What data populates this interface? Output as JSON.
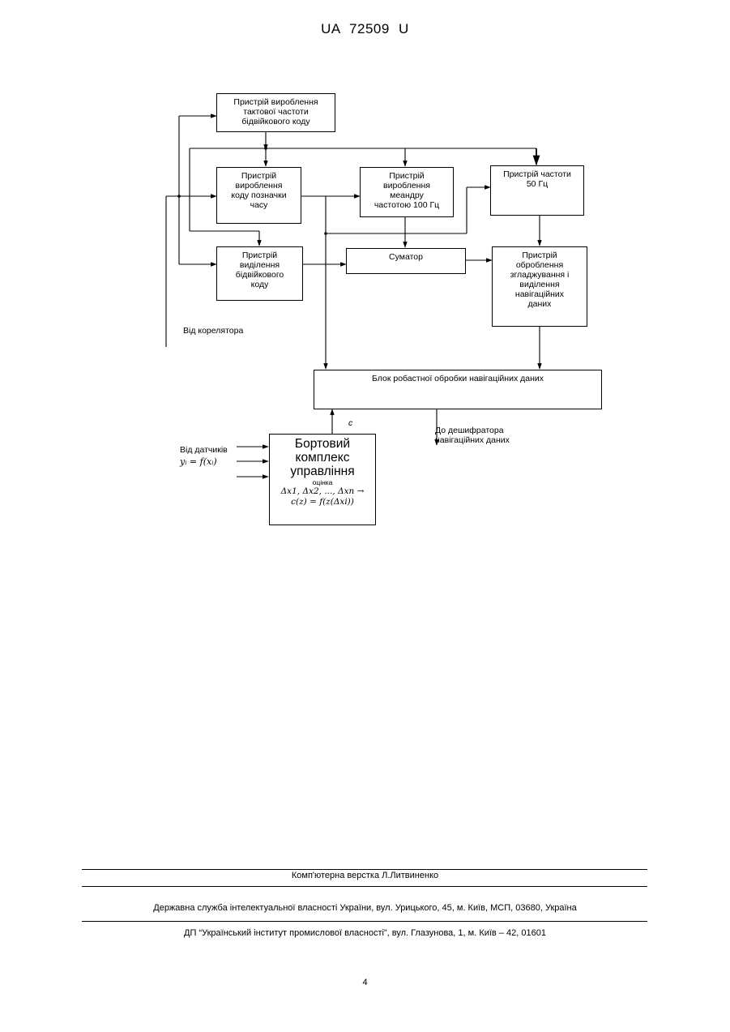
{
  "header": {
    "doc_id": "UA   72509   U"
  },
  "blocks": {
    "clock": "Пристрій вироблення\nтактової частоти\nбідвійкового коду",
    "timecode": "Пристрій\nвироблення\nкоду позначки\nчасу",
    "meander": "Пристрій\nвироблення\nмеандру\nчастотою 100 Гц",
    "freq50": "Пристрій частоти\n50 Гц",
    "bidecode": "Пристрій\nвиділення\nбідвійкового\nкоду",
    "summator": "Суматор",
    "smoothing": "Пристрій\nоброблення\nзгладжування і\nвиділення\nнавігаційних\nданих",
    "robust": "Блок робастної обробки навігаційних даних"
  },
  "labels": {
    "correlator": "Від корелятора",
    "sensors": "Від датчиків",
    "sensors_formula": "yᵢ = f(xᵢ)",
    "c": "c",
    "decoder": "До дешифратора\nнавігаційних даних"
  },
  "onboard": {
    "title": "Бортовий\nкомплекс\nуправління",
    "sub": "оцінка",
    "formula1": "Δx1, Δx2, ..., Δxn →",
    "formula2": "c(z) = f(z(Δxi))"
  },
  "footer": {
    "typesetting": "Комп'ютерна верстка Л.Литвиненко",
    "agency": "Державна служба інтелектуальної власності України, вул. Урицького, 45, м. Київ, МСП, 03680, Україна",
    "institute": "ДП “Український інститут промислової власності”, вул. Глазунова, 1, м. Київ – 42, 01601",
    "page": "4"
  }
}
